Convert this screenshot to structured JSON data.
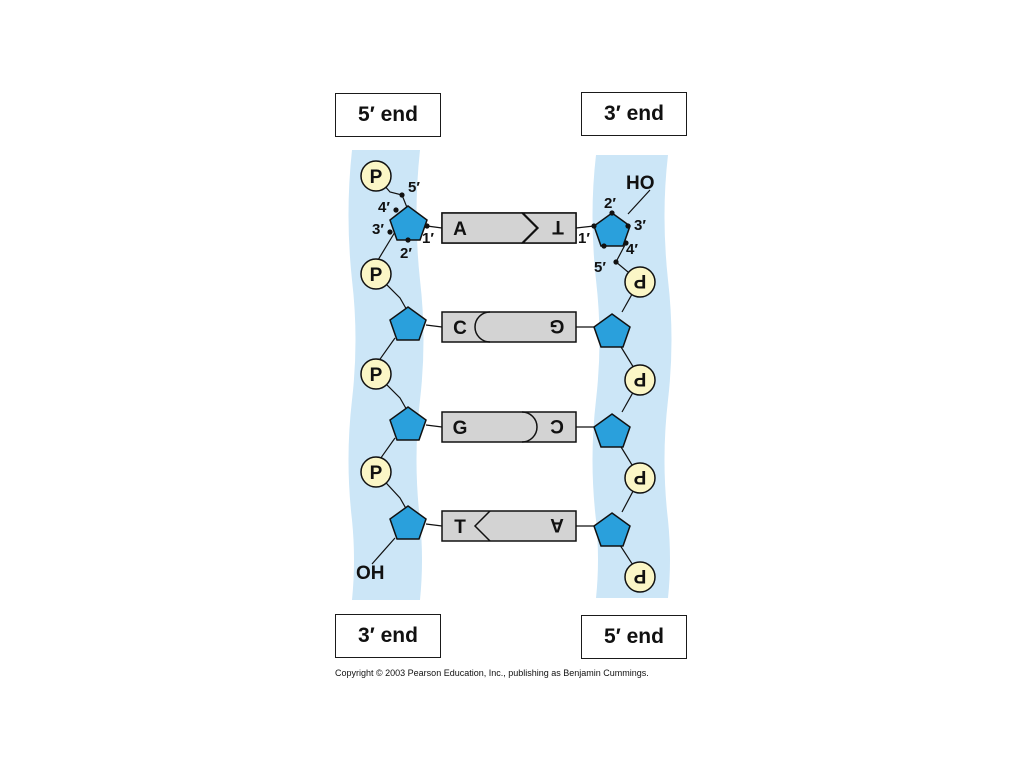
{
  "labels": {
    "top_left_end": "5′ end",
    "top_right_end": "3′ end",
    "bottom_left_end": "3′ end",
    "bottom_right_end": "5′ end",
    "phosphate": "P",
    "hydroxyl": "OH",
    "hydroxyl_right": "HO",
    "carbon_1": "1′",
    "carbon_2": "2′",
    "carbon_3": "3′",
    "carbon_4": "4′",
    "carbon_5": "5′"
  },
  "base_pairs": [
    {
      "left": "A",
      "right": "T",
      "shape": "chevron"
    },
    {
      "left": "C",
      "right": "G",
      "shape": "round"
    },
    {
      "left": "G",
      "right": "C",
      "shape": "round"
    },
    {
      "left": "T",
      "right": "A",
      "shape": "chevron"
    }
  ],
  "colors": {
    "backbone": "#cce6f7",
    "sugar": "#2aa0dc",
    "phosphate": "#fbf6c6",
    "base": "#d3d3d3"
  },
  "copyright": "Copyright © 2003 Pearson Education, Inc., publishing as Benjamin Cummings."
}
